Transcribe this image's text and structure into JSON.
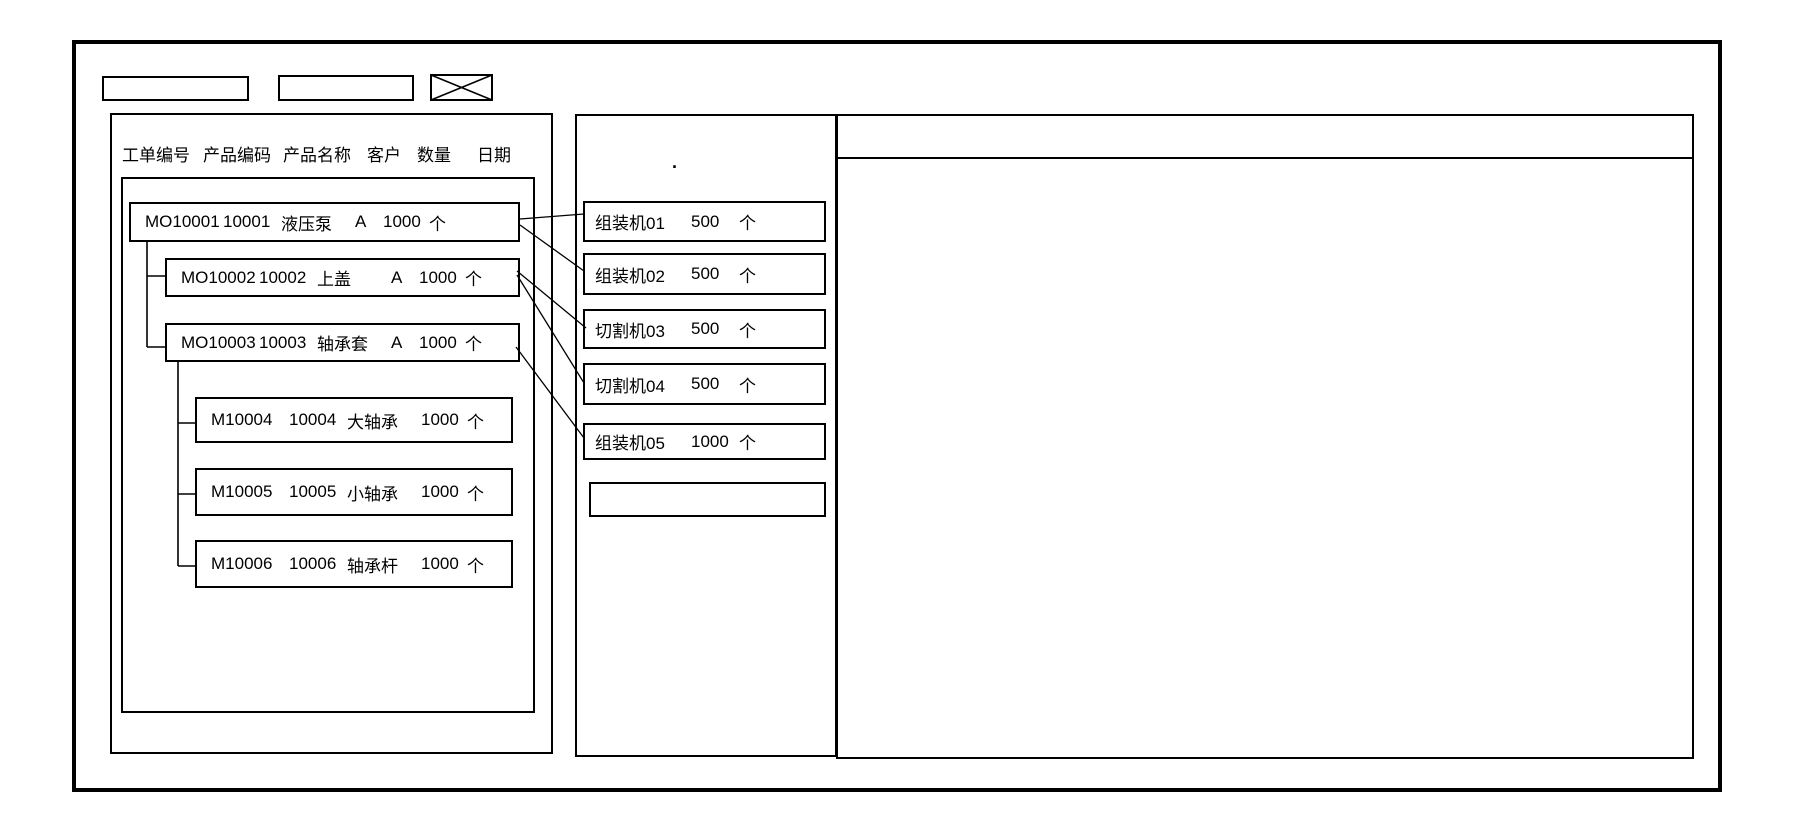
{
  "toolbar": {
    "field_1": "",
    "field_2": "",
    "close_icon": "crossed-box"
  },
  "order_panel": {
    "columns": [
      "工单编号",
      "产品编码",
      "产品名称",
      "客户",
      "数量",
      "日期"
    ],
    "rows": [
      {
        "level": 0,
        "wo": "MO10001",
        "code": "10001",
        "name": "液压泵",
        "customer": "A",
        "qty": "1000",
        "unit": "个"
      },
      {
        "level": 1,
        "wo": "MO10002",
        "code": "10002",
        "name": "上盖",
        "customer": "A",
        "qty": "1000",
        "unit": "个"
      },
      {
        "level": 1,
        "wo": "MO10003",
        "code": "10003",
        "name": "轴承套",
        "customer": "A",
        "qty": "1000",
        "unit": "个"
      },
      {
        "level": 2,
        "wo": "M10004",
        "code": "10004",
        "name": "大轴承",
        "customer": "",
        "qty": "1000",
        "unit": "个"
      },
      {
        "level": 2,
        "wo": "M10005",
        "code": "10005",
        "name": "小轴承",
        "customer": "",
        "qty": "1000",
        "unit": "个"
      },
      {
        "level": 2,
        "wo": "M10006",
        "code": "10006",
        "name": "轴承杆",
        "customer": "",
        "qty": "1000",
        "unit": "个"
      }
    ]
  },
  "machine_panel": {
    "stray_dot": ".",
    "machines": [
      {
        "name": "组装机01",
        "qty": "500",
        "unit": "个"
      },
      {
        "name": "组装机02",
        "qty": "500",
        "unit": "个"
      },
      {
        "name": "切割机03",
        "qty": "500",
        "unit": "个"
      },
      {
        "name": "切割机04",
        "qty": "500",
        "unit": "个"
      },
      {
        "name": "组装机05",
        "qty": "1000",
        "unit": "个"
      },
      {
        "name": "",
        "qty": "",
        "unit": ""
      }
    ]
  },
  "detail_panel": {
    "content": ""
  },
  "links": [
    {
      "from": "MO10001",
      "to": "组装机01"
    },
    {
      "from": "MO10001",
      "to": "组装机02"
    },
    {
      "from": "MO10002",
      "to": "切割机03"
    },
    {
      "from": "MO10002",
      "to": "切割机04"
    },
    {
      "from": "MO10003",
      "to": "组装机05"
    }
  ],
  "colors": {
    "line": "#000000",
    "background": "#ffffff"
  }
}
